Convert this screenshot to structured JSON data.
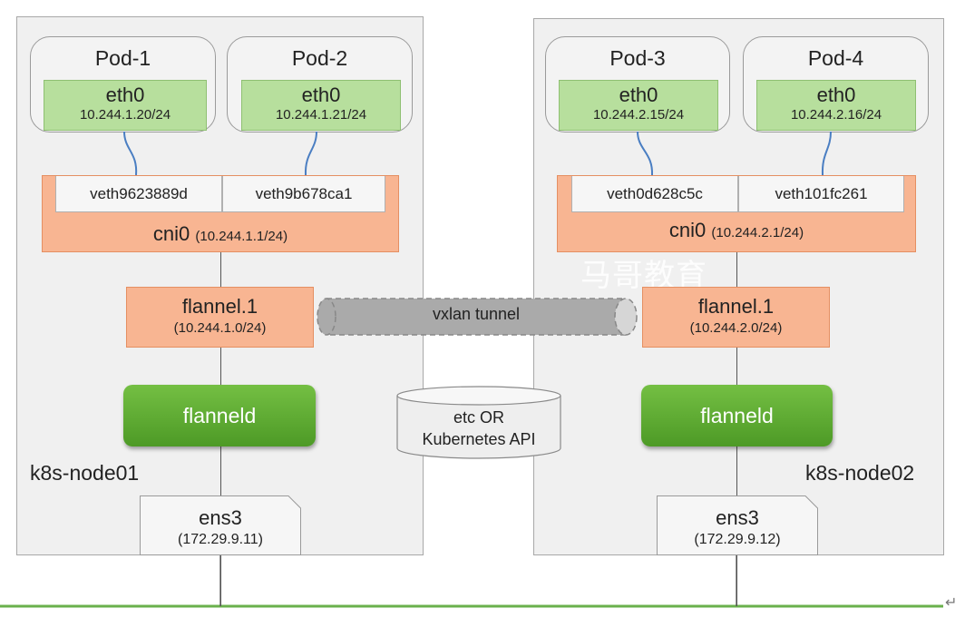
{
  "nodes": [
    {
      "label": "k8s-node01",
      "pods": [
        {
          "name": "Pod-1",
          "iface": "eth0",
          "ip": "10.244.1.20/24"
        },
        {
          "name": "Pod-2",
          "iface": "eth0",
          "ip": "10.244.1.21/24"
        }
      ],
      "veths": [
        "veth9623889d",
        "veth9b678ca1"
      ],
      "cni": {
        "name": "cni0",
        "ip": "(10.244.1.1/24)"
      },
      "flannel": {
        "name": "flannel.1",
        "ip": "(10.244.1.0/24)"
      },
      "flanneld": "flanneld",
      "ens": {
        "name": "ens3",
        "ip": "(172.29.9.11)"
      }
    },
    {
      "label": "k8s-node02",
      "pods": [
        {
          "name": "Pod-3",
          "iface": "eth0",
          "ip": "10.244.2.15/24"
        },
        {
          "name": "Pod-4",
          "iface": "eth0",
          "ip": "10.244.2.16/24"
        }
      ],
      "veths": [
        "veth0d628c5c",
        "veth101fc261"
      ],
      "cni": {
        "name": "cni0",
        "ip": "(10.244.2.1/24)"
      },
      "flannel": {
        "name": "flannel.1",
        "ip": "(10.244.2.0/24)"
      },
      "flanneld": "flanneld",
      "ens": {
        "name": "ens3",
        "ip": "(172.29.9.12)"
      }
    }
  ],
  "tunnel": {
    "label": "vxlan tunnel"
  },
  "store": {
    "line1": "etc OR",
    "line2": "Kubernetes API"
  },
  "watermark": "马哥教育",
  "colors": {
    "pod_iface": "#b7df9d",
    "bridge": "#f8b592",
    "flanneld": "#5fae32",
    "network_line": "#6ab04c",
    "veth_wire": "#4a7ec2"
  }
}
